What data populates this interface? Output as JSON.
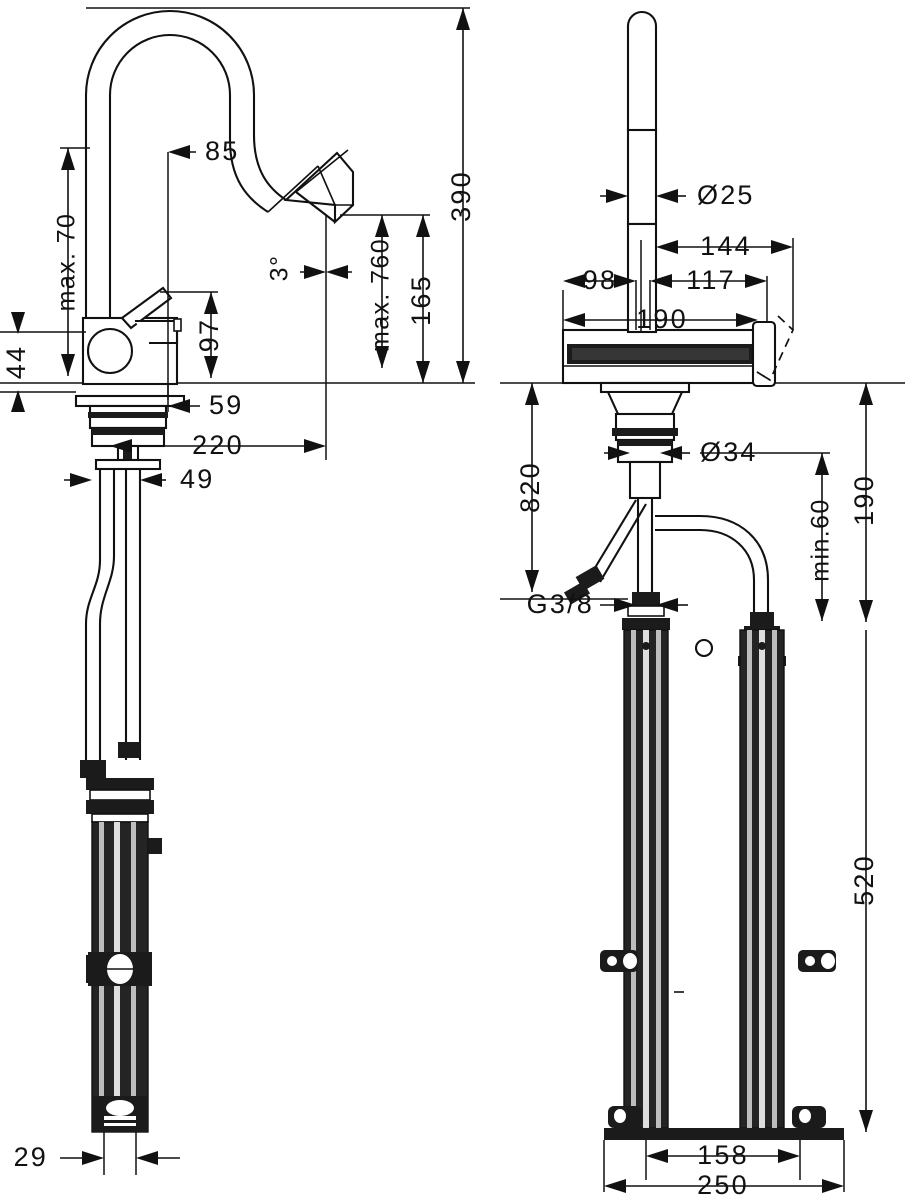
{
  "drawing": {
    "title": "Kitchen mixer tap technical dimension drawing",
    "views": [
      {
        "name": "side-elevation",
        "label": ""
      },
      {
        "name": "front-elevation",
        "label": ""
      }
    ],
    "units": "mm",
    "line_color": "#111111",
    "background_color": "#ffffff",
    "hose_color": "#242424"
  },
  "dimensions": {
    "left_view": [
      {
        "id": "max-70",
        "text": "max. 70",
        "orientation": "vertical",
        "kind": "linear"
      },
      {
        "id": "d44",
        "text": "44",
        "orientation": "vertical",
        "kind": "linear"
      },
      {
        "id": "d85",
        "text": "85",
        "orientation": "horizontal",
        "kind": "linear"
      },
      {
        "id": "d97",
        "text": "97",
        "orientation": "vertical",
        "kind": "linear"
      },
      {
        "id": "angle-3deg",
        "text": "3°",
        "orientation": "rotated",
        "kind": "angle"
      },
      {
        "id": "max-760",
        "text": "max. 760",
        "orientation": "vertical",
        "kind": "linear"
      },
      {
        "id": "d165",
        "text": "165",
        "orientation": "vertical",
        "kind": "linear"
      },
      {
        "id": "d390",
        "text": "390",
        "orientation": "vertical",
        "kind": "linear"
      },
      {
        "id": "d59",
        "text": "59",
        "orientation": "horizontal",
        "kind": "linear"
      },
      {
        "id": "d220",
        "text": "220",
        "orientation": "horizontal",
        "kind": "linear"
      },
      {
        "id": "d49",
        "text": "49",
        "orientation": "horizontal",
        "kind": "linear"
      },
      {
        "id": "d29",
        "text": "29",
        "orientation": "horizontal",
        "kind": "linear"
      }
    ],
    "right_view": [
      {
        "id": "dia-25",
        "text": "Ø25",
        "orientation": "horizontal",
        "kind": "diameter"
      },
      {
        "id": "d144",
        "text": "144",
        "orientation": "horizontal",
        "kind": "linear"
      },
      {
        "id": "d98",
        "text": "98",
        "orientation": "horizontal",
        "kind": "linear"
      },
      {
        "id": "d117",
        "text": "117",
        "orientation": "horizontal",
        "kind": "linear"
      },
      {
        "id": "d190top",
        "text": "190",
        "orientation": "horizontal",
        "kind": "linear"
      },
      {
        "id": "d820",
        "text": "820",
        "orientation": "vertical",
        "kind": "linear"
      },
      {
        "id": "dia-34",
        "text": "Ø34",
        "orientation": "horizontal",
        "kind": "diameter"
      },
      {
        "id": "thread",
        "text": "G3/8",
        "orientation": "horizontal",
        "kind": "thread"
      },
      {
        "id": "min-60",
        "text": "min.60",
        "orientation": "vertical",
        "kind": "linear"
      },
      {
        "id": "d190r",
        "text": "190",
        "orientation": "vertical",
        "kind": "linear"
      },
      {
        "id": "d520",
        "text": "520",
        "orientation": "vertical",
        "kind": "linear"
      },
      {
        "id": "d158",
        "text": "158",
        "orientation": "horizontal",
        "kind": "linear"
      },
      {
        "id": "d250",
        "text": "250",
        "orientation": "horizontal",
        "kind": "linear"
      }
    ]
  }
}
